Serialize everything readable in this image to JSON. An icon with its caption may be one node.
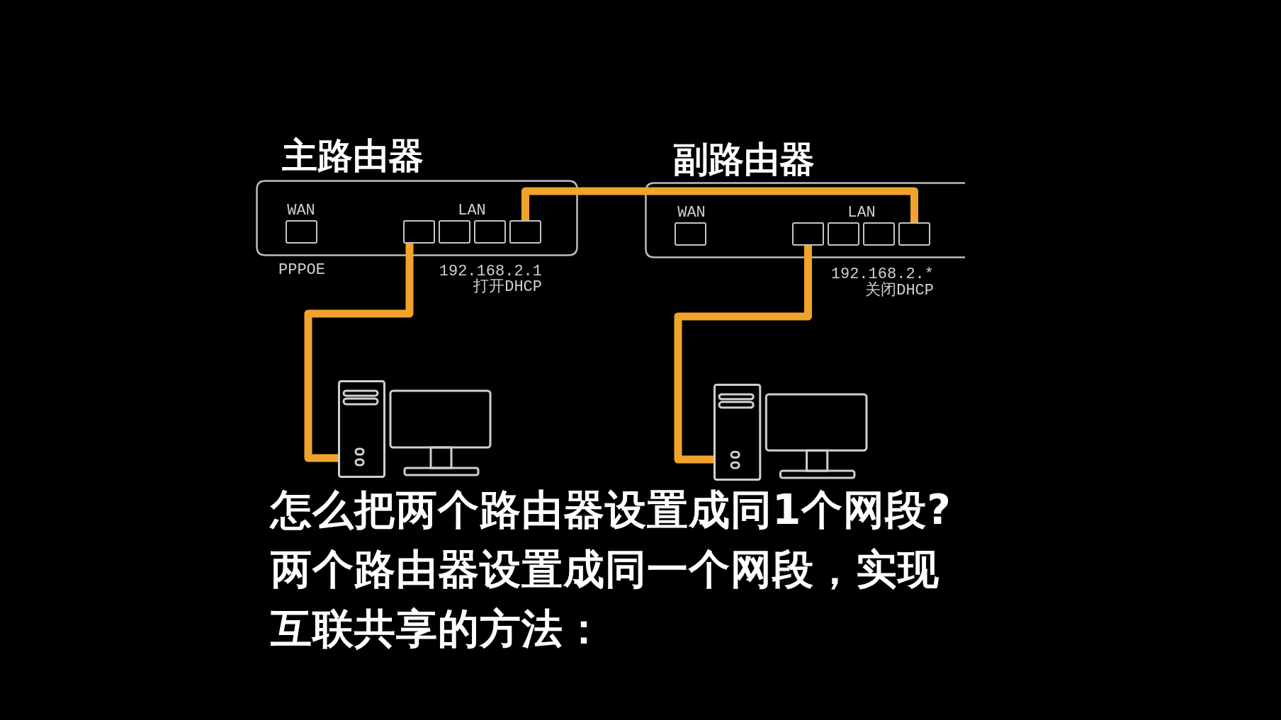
{
  "diagram": {
    "nodes": [
      {
        "text": [
          "主路由器",
          "WAN",
          "LAN"
        ],
        "beside": [
          "PPPOE",
          "192.168.2.1",
          "打开DHCP"
        ]
      },
      {
        "text": [],
        "shape": "box",
        "in": 0
      },
      {
        "text": [],
        "shape": "box",
        "in": 0
      },
      {
        "text": [],
        "shape": "box",
        "in": 0
      },
      {
        "text": [],
        "shape": "box",
        "in": 0
      },
      {
        "text": [],
        "shape": "box",
        "in": 0
      },
      {
        "text": [
          "副路由器",
          "WAN",
          "LAN"
        ],
        "beside": [
          "192.168.2.*",
          "关闭DHCP"
        ]
      },
      {
        "text": [],
        "shape": "box",
        "in": 6
      },
      {
        "text": [],
        "shape": "box",
        "in": 6
      },
      {
        "text": [],
        "shape": "box",
        "in": 6
      },
      {
        "text": [],
        "shape": "box",
        "in": 6
      },
      {
        "text": [],
        "shape": "box",
        "in": 6
      },
      {
        "text": [],
        "shape": "picture"
      },
      {
        "text": [],
        "shape": "picture"
      }
    ],
    "edges": [
      {
        "from": 5,
        "to": 11,
        "arrow": "none"
      },
      {
        "from": 2,
        "to": 12,
        "arrow": "none"
      },
      {
        "from": 8,
        "to": 13,
        "arrow": "none"
      }
    ],
    "labels": [
      "怎么把两个路由器设置成同1个网段?",
      "两个路由器设置成同一个网段，实现互联共享的方法："
    ]
  }
}
